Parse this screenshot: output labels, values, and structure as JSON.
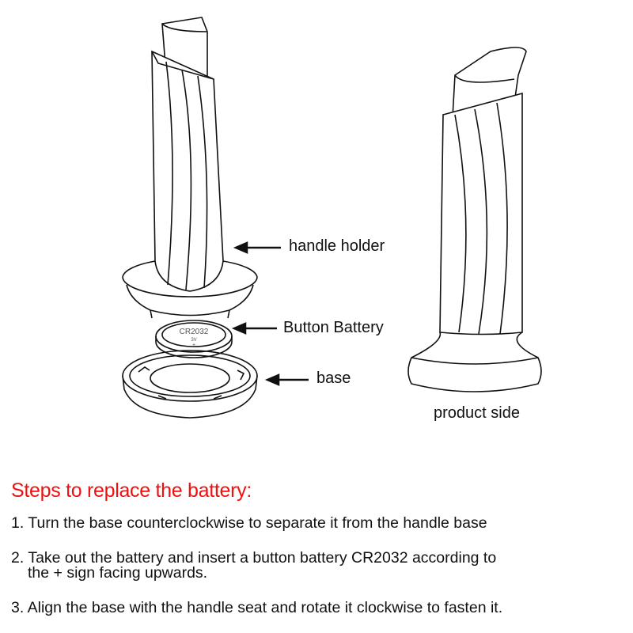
{
  "labels": {
    "handle_holder": "handle holder",
    "button_battery": "Button Battery",
    "base": "base",
    "product_side": "product side",
    "battery_marking": "CR2032",
    "battery_voltage": "3V",
    "battery_sign": "+"
  },
  "instructions": {
    "title": "Steps to replace the battery:",
    "steps": [
      {
        "line1": "1. Turn the base counterclockwise to separate it from the handle base"
      },
      {
        "line1": "2. Take out the battery and insert a button battery CR2032 according to",
        "line2": "the + sign facing upwards."
      },
      {
        "line1": "3. Align the base with the handle seat and rotate it clockwise to fasten it."
      }
    ]
  },
  "colors": {
    "title": "#ee1111",
    "line": "#111111"
  }
}
